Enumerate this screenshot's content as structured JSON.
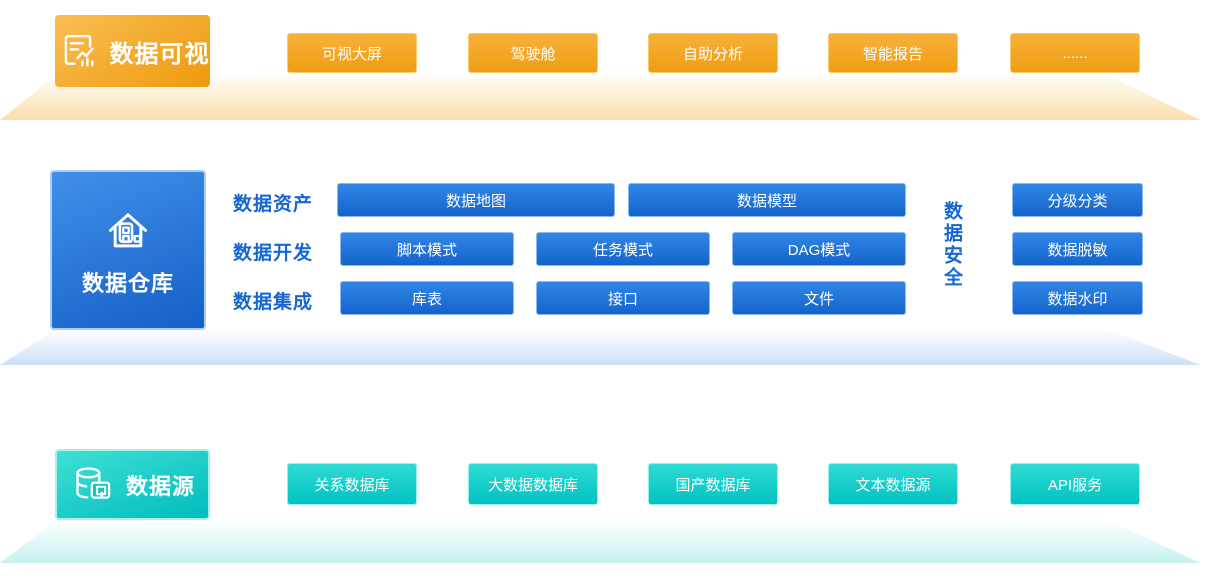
{
  "layers": {
    "visual": {
      "title": "数据可视",
      "icon": "report-chart-icon",
      "items": [
        "可视大屏",
        "驾驶舱",
        "自助分析",
        "智能报告",
        "......"
      ]
    },
    "warehouse": {
      "title": "数据仓库",
      "icon": "warehouse-icon",
      "rows": [
        {
          "label": "数据资产",
          "items": [
            "数据地图",
            "数据模型"
          ]
        },
        {
          "label": "数据开发",
          "items": [
            "脚本模式",
            "任务模式",
            "DAG模式"
          ]
        },
        {
          "label": "数据集成",
          "items": [
            "库表",
            "接口",
            "文件"
          ]
        }
      ],
      "security": {
        "label": "数据安全",
        "items": [
          "分级分类",
          "数据脱敏",
          "数据水印"
        ]
      }
    },
    "source": {
      "title": "数据源",
      "icon": "database-sync-icon",
      "items": [
        "关系数据库",
        "大数据数据库",
        "国产数据库",
        "文本数据源",
        "API服务"
      ]
    }
  },
  "colors": {
    "orange_light": "#f7b13a",
    "orange_dark": "#ee9a0e",
    "blue_light": "#418fea",
    "blue_dark": "#1463ca",
    "cyan_light": "#2fdbd3",
    "cyan_dark": "#00bcbd",
    "label_blue": "#1667d3",
    "platform_orange": "#f9dfa8",
    "platform_blue": "#cce0f8",
    "platform_cyan": "#c4f2f0"
  }
}
